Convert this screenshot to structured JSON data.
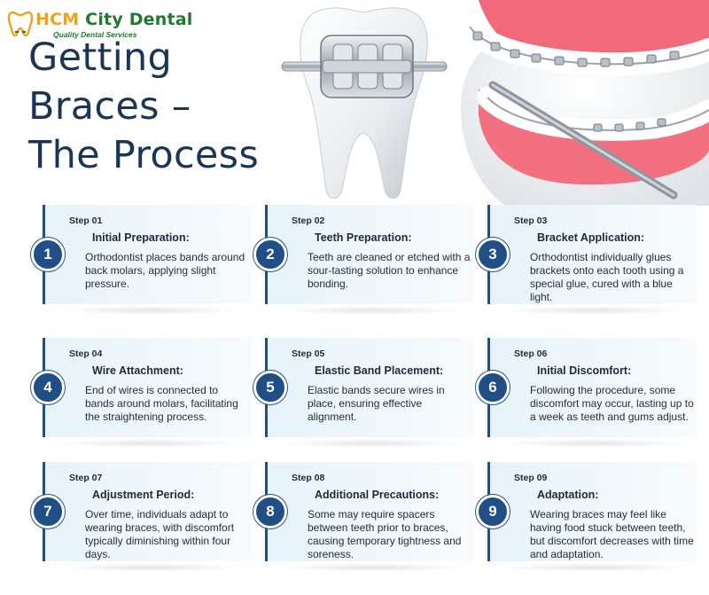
{
  "logo": {
    "name_prefix": "HCM",
    "name_rest": " City Dental",
    "tagline": "Quality Dental Services",
    "icon": "tooth-logo-icon",
    "colors": {
      "primary": "#1f7a2e",
      "accent": "#f0a21b"
    }
  },
  "title": {
    "line1": "Getting",
    "line2": "Braces –",
    "line3": "The Process"
  },
  "colors": {
    "step_blue": "#1f4f86",
    "card_bg": "#e6f3fa",
    "title": "#1c3554"
  },
  "steps": [
    {
      "number": "1",
      "label": "Step 01",
      "heading": "Initial Preparation:",
      "text": "Orthodontist places bands around back molars, applying slight pressure."
    },
    {
      "number": "2",
      "label": "Step 02",
      "heading": "Teeth Preparation:",
      "text": "Teeth are cleaned or etched with a sour-tasting solution to enhance bonding."
    },
    {
      "number": "3",
      "label": "Step 03",
      "heading": "Bracket Application:",
      "text": "Orthodontist individually glues brackets onto each tooth using a special glue, cured with a blue light."
    },
    {
      "number": "4",
      "label": "Step 04",
      "heading": "Wire Attachment:",
      "text": "End of wires is connected to bands around molars, facilitating the straightening process."
    },
    {
      "number": "5",
      "label": "Step 05",
      "heading": "Elastic Band Placement:",
      "text": "Elastic bands secure wires in place, ensuring effective alignment."
    },
    {
      "number": "6",
      "label": "Step 06",
      "heading": "Initial Discomfort:",
      "text": "Following the procedure, some discomfort may occur, lasting up to a week as teeth and gums adjust."
    },
    {
      "number": "7",
      "label": "Step 07",
      "heading": "Adjustment Period:",
      "text": "Over time, individuals adapt to wearing braces, with discomfort typically diminishing within four days."
    },
    {
      "number": "8",
      "label": "Step 08",
      "heading": "Additional Precautions:",
      "text": "Some may require spacers between teeth prior to braces, causing temporary tightness and soreness."
    },
    {
      "number": "9",
      "label": "Step 09",
      "heading": "Adaptation:",
      "text": "Wearing braces may feel like having food stuck between teeth, but discomfort decreases with time and adaptation."
    }
  ]
}
